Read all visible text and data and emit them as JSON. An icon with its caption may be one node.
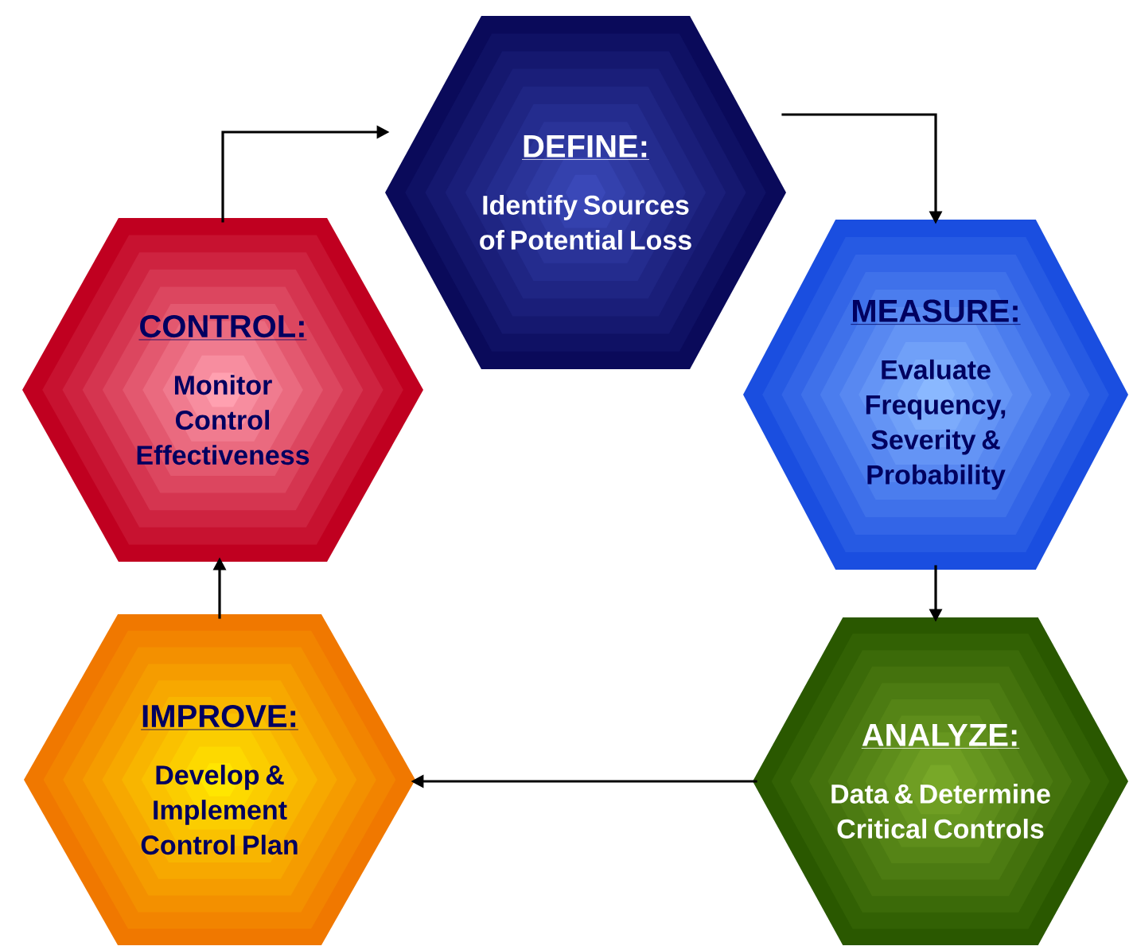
{
  "diagram": {
    "nodes": [
      {
        "text": [
          "DEFINE:",
          "Identify Sources of Potential Loss"
        ]
      },
      {
        "text": [
          "MEASURE:",
          "Evaluate Frequency, Severity & Probability"
        ]
      },
      {
        "text": [
          "ANALYZE:",
          "Data & Determine Critical Controls"
        ]
      },
      {
        "text": [
          "IMPROVE:",
          "Develop & Implement Control Plan"
        ]
      },
      {
        "text": [
          "CONTROL:",
          "Monitor Control Effectiveness"
        ]
      }
    ],
    "edges": [
      {
        "from": 4,
        "to": 0,
        "arrow": "to"
      },
      {
        "from": 0,
        "to": 1,
        "arrow": "to"
      },
      {
        "from": 1,
        "to": 2,
        "arrow": "to"
      },
      {
        "from": 2,
        "to": 3,
        "arrow": "to"
      },
      {
        "from": 3,
        "to": 4,
        "arrow": "to"
      }
    ]
  }
}
